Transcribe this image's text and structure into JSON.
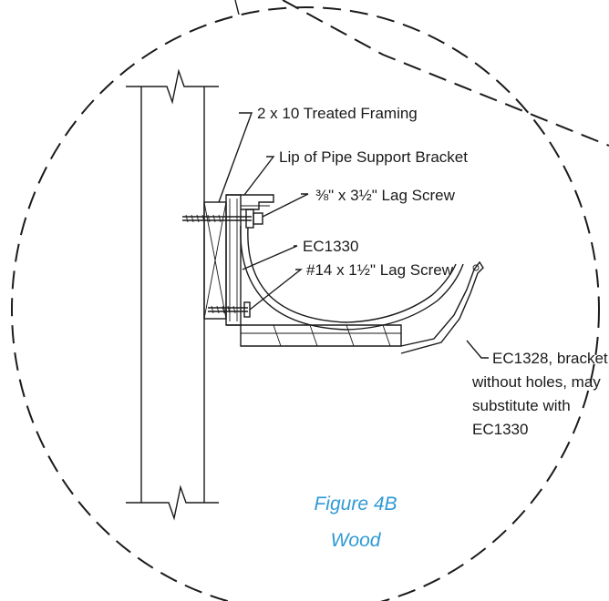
{
  "labels": {
    "framing": "2 x 10 Treated Framing",
    "lip": "Lip of Pipe Support Bracket",
    "lag_large": "⅜\" x 3½\" Lag Screw",
    "ec1330": "EC1330",
    "lag_small": "#14 x 1½\" Lag Screw",
    "bracket_line1": "EC1328, bracket",
    "bracket_line2": "without holes, may",
    "bracket_line3": "substitute with",
    "bracket_line4": "EC1330"
  },
  "caption": {
    "figure": "Figure 4B",
    "subtitle": "Wood"
  },
  "colors": {
    "caption": "#2e9ad6",
    "linework": "#1a1a1a"
  }
}
